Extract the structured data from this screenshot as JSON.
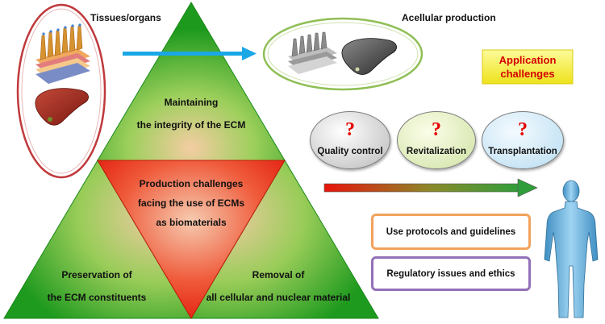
{
  "top": {
    "tissues_label": "Tissues/organs",
    "acellular_label": "Acellular production"
  },
  "application_challenges": {
    "line1": "Application",
    "line2": "challenges"
  },
  "triangle": {
    "top_line1": "Maintaining",
    "top_line2": "the integrity of the ECM",
    "center_line1": "Production challenges",
    "center_line2": "facing the use of ECMs",
    "center_line3": "as biomaterials",
    "left_line1": "Preservation of",
    "left_line2": "the ECM constituents",
    "right_line1": "Removal of",
    "right_line2": "all cellular and nuclear material"
  },
  "questions": [
    {
      "mark": "?",
      "label": "Quality control"
    },
    {
      "mark": "?",
      "label": "Revitalization"
    },
    {
      "mark": "?",
      "label": "Transplantation"
    }
  ],
  "boxes": {
    "protocols": "Use protocols and guidelines",
    "regulatory": "Regulatory issues and ethics"
  },
  "colors": {
    "triangle_green": "#1e9e1e",
    "triangle_red": "#e8140a",
    "arrow_blue": "#1aa7e6",
    "question_red": "#e60000",
    "app_box_yellow": "#f2ee24",
    "app_text_red": "#d40000",
    "oval_red": "#c0393c",
    "oval_green": "#8fbf55",
    "orange_border": "#f2a25c",
    "purple_border": "#9370b8"
  },
  "icons": [
    "tissue-layers-icon",
    "liver-icon",
    "decellularized-tissue-icon",
    "decellularized-liver-icon",
    "human-figure-icon"
  ]
}
